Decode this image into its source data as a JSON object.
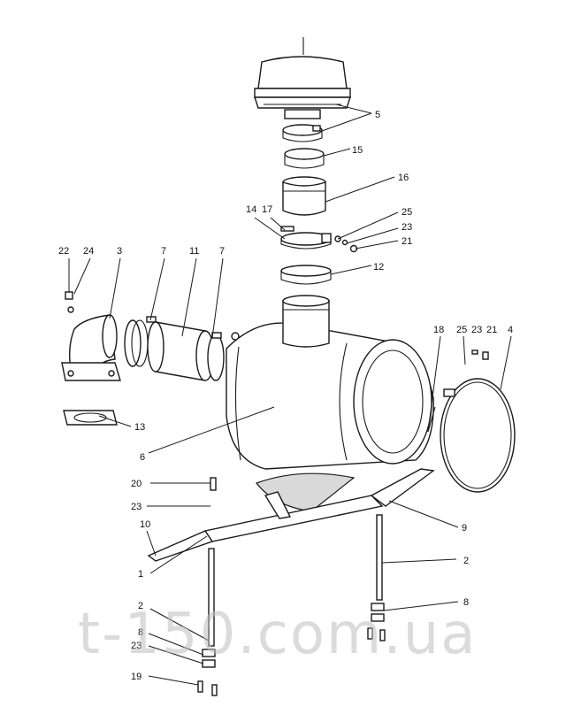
{
  "watermark": "t-150.com.ua",
  "callouts": {
    "c5": "5",
    "c15": "15",
    "c16": "16",
    "c14": "14",
    "c17": "17",
    "c25a": "25",
    "c23a": "23",
    "c21a": "21",
    "c12": "12",
    "c22": "22",
    "c24": "24",
    "c3": "3",
    "c7a": "7",
    "c11": "11",
    "c7b": "7",
    "c18": "18",
    "c25b": "25",
    "c23b": "23",
    "c21b": "21",
    "c4": "4",
    "c13": "13",
    "c6": "6",
    "c20": "20",
    "c23c": "23",
    "c10": "10",
    "c1": "1",
    "c9": "9",
    "c2a": "2",
    "c8a": "8",
    "c2b": "2",
    "c8b": "8",
    "c23d": "23",
    "c19": "19"
  }
}
